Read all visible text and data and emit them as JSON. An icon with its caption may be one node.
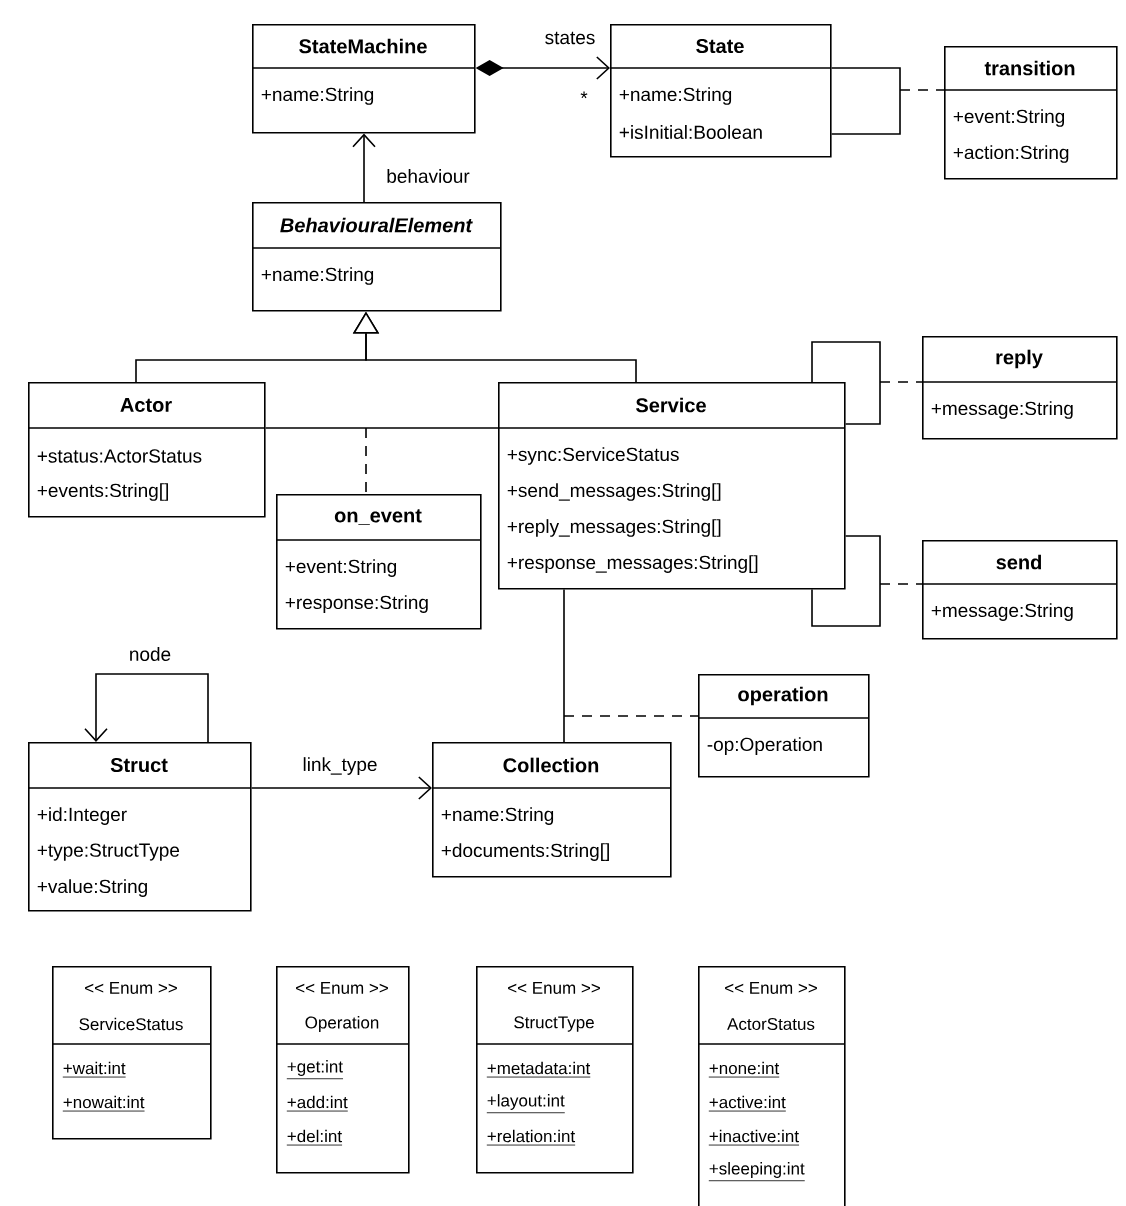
{
  "diagram": {
    "nodes": [
      {
        "text": [
          "StateMachine",
          "+name:String"
        ]
      },
      {
        "text": [
          "State",
          "+name:String",
          "+isInitial:Boolean"
        ]
      },
      {
        "text": [
          "transition",
          "+event:String",
          "+action:String"
        ]
      },
      {
        "text": [
          "BehaviouralElement",
          "+name:String"
        ]
      },
      {
        "text": [
          "Actor",
          "+status:ActorStatus",
          "+events:String[]"
        ]
      },
      {
        "text": [
          "Service",
          "+sync:ServiceStatus",
          "+send_messages:String[]",
          "+reply_messages:String[]",
          "+response_messages:String[]"
        ]
      },
      {
        "text": [
          "reply",
          "+message:String"
        ]
      },
      {
        "text": [
          "send",
          "+message:String"
        ]
      },
      {
        "text": [
          "on_event",
          "+event:String",
          "+response:String"
        ]
      },
      {
        "text": [
          "operation",
          "-op:Operation"
        ]
      },
      {
        "text": [
          "Struct",
          "+id:Integer",
          "+type:StructType",
          "+value:String"
        ]
      },
      {
        "text": [
          "Collection",
          "+name:String",
          "+documents:String[]"
        ]
      },
      {
        "text": [
          "<< Enum >>",
          "ServiceStatus",
          "+wait:int",
          "+nowait:int"
        ]
      },
      {
        "text": [
          "<< Enum >>",
          "Operation",
          "+get:int",
          "+add:int",
          "+del:int"
        ]
      },
      {
        "text": [
          "<< Enum >>",
          "StructType",
          "+metadata:int",
          "+layout:int",
          "+relation:int"
        ]
      },
      {
        "text": [
          "<< Enum >>",
          "ActorStatus",
          "+none:int",
          "+active:int",
          "+inactive:int",
          "+sleeping:int"
        ]
      }
    ],
    "edges": [
      {
        "from": 0,
        "to": 1,
        "arrow": "to",
        "label": "states"
      },
      {
        "from": 3,
        "to": 0,
        "arrow": "to",
        "label": "behaviour"
      },
      {
        "from": 4,
        "to": 3,
        "arrow": "to"
      },
      {
        "from": 5,
        "to": 3,
        "arrow": "to"
      },
      {
        "from": 1,
        "to": 1,
        "arrow": "none"
      },
      {
        "from": null,
        "to": 2,
        "arrow": "none",
        "style": "dashed"
      },
      {
        "from": 4,
        "to": 5,
        "arrow": "none"
      },
      {
        "from": null,
        "to": 8,
        "arrow": "none",
        "style": "dashed"
      },
      {
        "from": 5,
        "to": 5,
        "arrow": "none"
      },
      {
        "from": null,
        "to": 6,
        "arrow": "none",
        "style": "dashed"
      },
      {
        "from": 5,
        "to": 5,
        "arrow": "none"
      },
      {
        "from": null,
        "to": 7,
        "arrow": "none",
        "style": "dashed"
      },
      {
        "from": 5,
        "to": 11,
        "arrow": "none"
      },
      {
        "from": null,
        "to": 9,
        "arrow": "none",
        "style": "dashed"
      },
      {
        "from": 10,
        "to": 10,
        "arrow": "to",
        "label": "node"
      },
      {
        "from": 10,
        "to": 11,
        "arrow": "to",
        "label": "link_type"
      }
    ],
    "labels": [
      "*"
    ]
  }
}
